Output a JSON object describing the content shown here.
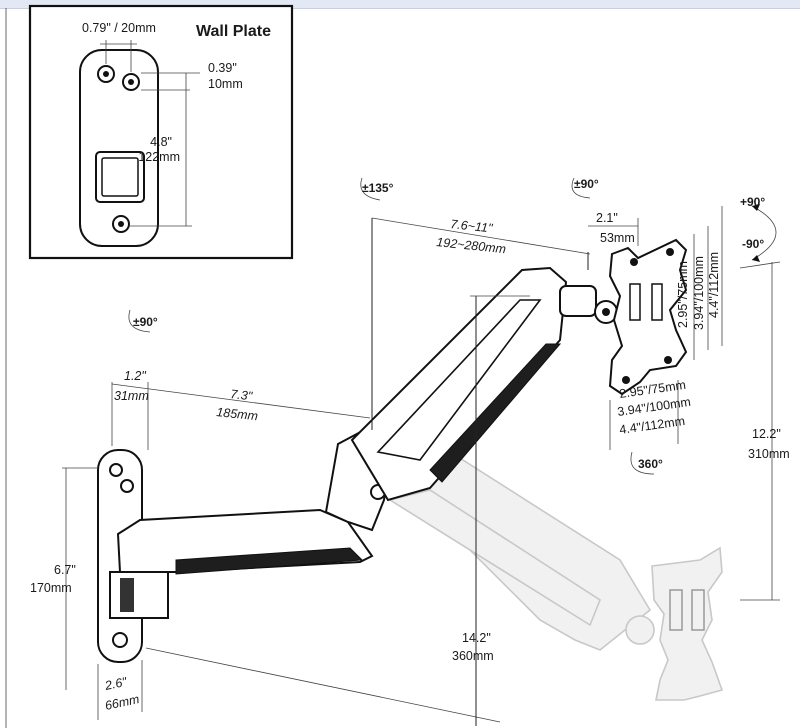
{
  "wall_plate": {
    "title": "Wall Plate",
    "hole_spacing_in": "0.79\" / 20mm",
    "hole_dia_in": "0.39\"",
    "hole_dia_mm": "10mm",
    "height_in": "4.8\"",
    "height_mm": "122mm"
  },
  "rotations": {
    "arm_base": "±90°",
    "arm_mid": "±135°",
    "head_swivel": "±90°",
    "tilt_up": "+90°",
    "tilt_down": "-90°",
    "rotate": "360°"
  },
  "dimensions": {
    "upper_arm_in": "7.6~11\"",
    "upper_arm_mm": "192~280mm",
    "head_depth_in": "2.1\"",
    "head_depth_mm": "53mm",
    "base_offset_in": "1.2\"",
    "base_offset_mm": "31mm",
    "lower_arm_in": "7.3\"",
    "lower_arm_mm": "185mm",
    "plate_height_in": "6.7\"",
    "plate_height_mm": "170mm",
    "plate_width_in": "2.6\"",
    "plate_width_mm": "66mm",
    "max_height_in": "14.2\"",
    "max_height_mm": "360mm",
    "vertical_travel_in": "12.2\"",
    "vertical_travel_mm": "310mm"
  },
  "vesa": {
    "v75": "2.95\"/75mm",
    "v100": "3.94\"/100mm",
    "v112": "4.4\"/112mm",
    "h75": "2.95\"/75mm",
    "h100": "3.94\"/100mm",
    "h112": "4.4\"/112mm"
  }
}
